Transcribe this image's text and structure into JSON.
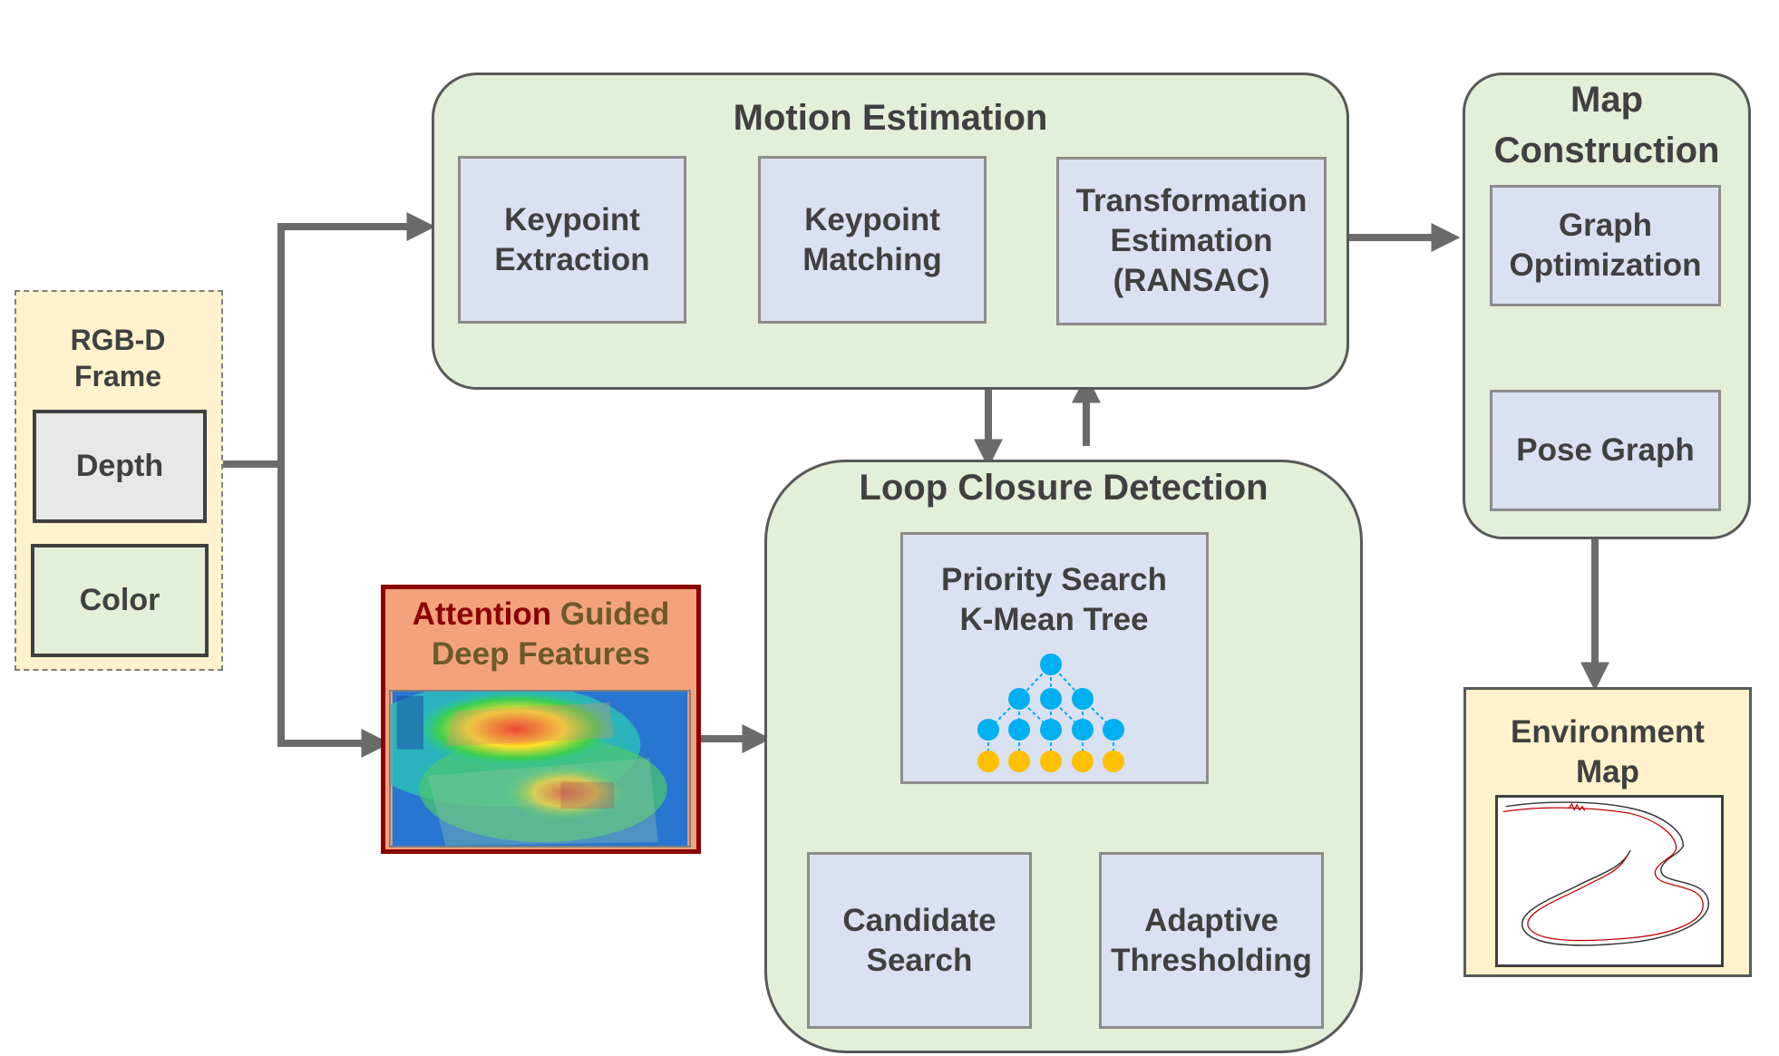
{
  "rgbd": {
    "title": "RGB-D Frame",
    "depth": "Depth",
    "color": "Color"
  },
  "motion": {
    "title": "Motion Estimation",
    "keypoint_extraction": "Keypoint Extraction",
    "keypoint_matching": "Keypoint Matching",
    "transformation": "Transformation Estimation (RANSAC)"
  },
  "mapc": {
    "title": "Map Construction",
    "graph_opt": "Graph Optimization",
    "pose_graph": "Pose Graph"
  },
  "attention": {
    "word1": "Attention",
    "word2": "Guided",
    "line2": "Deep Features"
  },
  "loop": {
    "title": "Loop Closure Detection",
    "priority": "Priority Search K-Mean Tree",
    "candidate": "Candidate Search",
    "adaptive": "Adaptive Thresholding"
  },
  "env": {
    "title": "Environment Map"
  },
  "colors": {
    "group_fill": "#e2efd9",
    "sub_fill": "#dae1f1",
    "arrow": "#6b6b6b",
    "input_fill": "#fff2cc",
    "attention_border": "#8b0000",
    "attention_fill": "#f4a27c",
    "attention_red": "#8b0000",
    "attention_brown": "#6b5a2a",
    "tree_node": "#00b0f0",
    "tree_leaf": "#ffc000"
  },
  "icons": [
    "heatmap-image",
    "kmeans-tree-icon",
    "trajectory-map-image"
  ]
}
